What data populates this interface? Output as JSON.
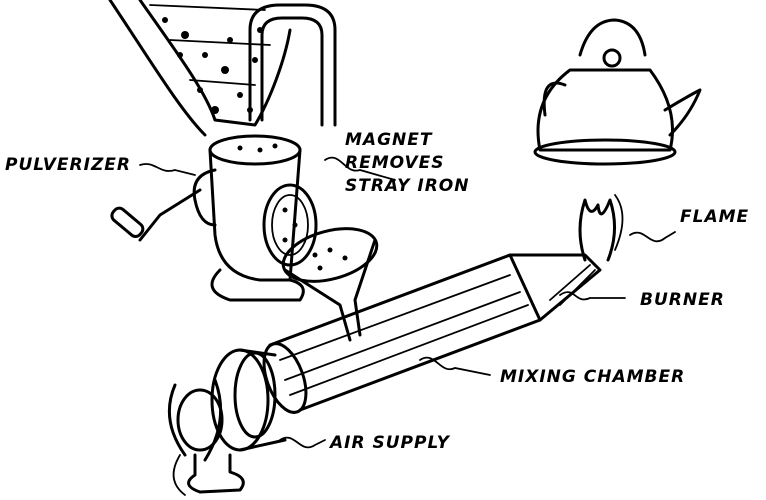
{
  "labels": {
    "pulverizer": "PULVERIZER",
    "magnet_line1": "MAGNET",
    "magnet_line2": "REMOVES",
    "magnet_line3": "STRAY IRON",
    "flame": "FLAME",
    "burner": "BURNER",
    "mixing_chamber": "MIXING CHAMBER",
    "air_supply": "AIR SUPPLY"
  },
  "colors": {
    "ink": "#000000",
    "paper": "#ffffff"
  }
}
